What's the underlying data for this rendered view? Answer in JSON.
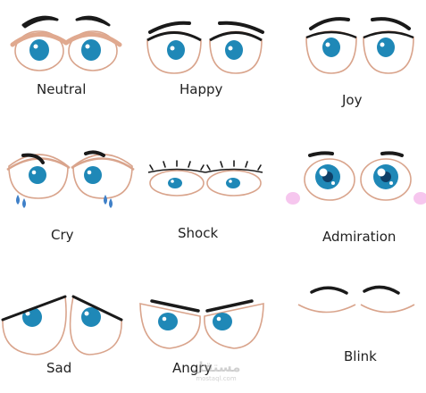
{
  "colors": {
    "outline": "#d9a48c",
    "iris": "#1f88b7",
    "pupil": "#0f3f66",
    "brow": "#1a1a1a",
    "tear": "#3f80c8",
    "blush": "#f6c6ee",
    "label": "#222222"
  },
  "expressions": [
    {
      "id": "neutral",
      "label": "Neutral"
    },
    {
      "id": "happy",
      "label": "Happy"
    },
    {
      "id": "joy",
      "label": "Joy"
    },
    {
      "id": "cry",
      "label": "Cry"
    },
    {
      "id": "shock",
      "label": "Shock"
    },
    {
      "id": "admiration",
      "label": "Admiration"
    },
    {
      "id": "sad",
      "label": "Sad"
    },
    {
      "id": "angry",
      "label": "Angry"
    },
    {
      "id": "blink",
      "label": "Blink"
    }
  ],
  "watermark": {
    "title": "مستقل",
    "subtitle": "mostaql.com"
  }
}
